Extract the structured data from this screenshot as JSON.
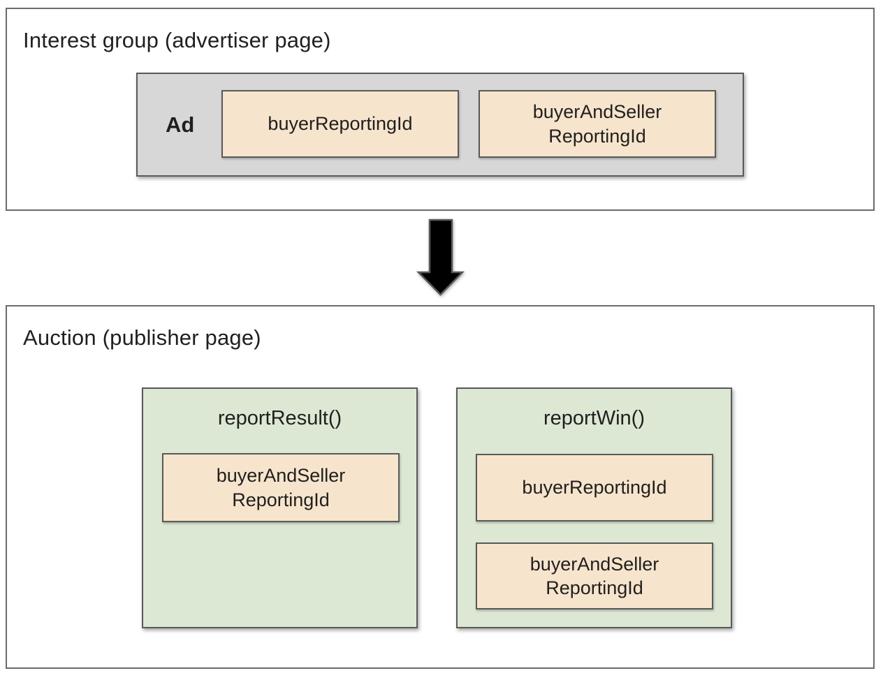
{
  "colors": {
    "bg": "#ffffff",
    "panel_border": "#6b6b6b",
    "box_border": "#595959",
    "gray_fill": "#d7d7d7",
    "peach_fill": "#f7e4cc",
    "green_fill": "#dce8d4",
    "text": "#1f1f1f",
    "arrow_fill": "#000000"
  },
  "interest_group": {
    "title": "Interest group (advertiser page)",
    "ad": {
      "label": "Ad",
      "fields": [
        "buyerReportingId",
        "buyerAndSeller\nReportingId"
      ]
    }
  },
  "arrow": {
    "icon": "down-arrow-icon",
    "direction": "down"
  },
  "auction": {
    "title": "Auction (publisher page)",
    "functions": [
      {
        "name": "reportResult()",
        "fields": [
          "buyerAndSeller\nReportingId"
        ]
      },
      {
        "name": "reportWin()",
        "fields": [
          "buyerReportingId",
          "buyerAndSeller\nReportingId"
        ]
      }
    ]
  }
}
